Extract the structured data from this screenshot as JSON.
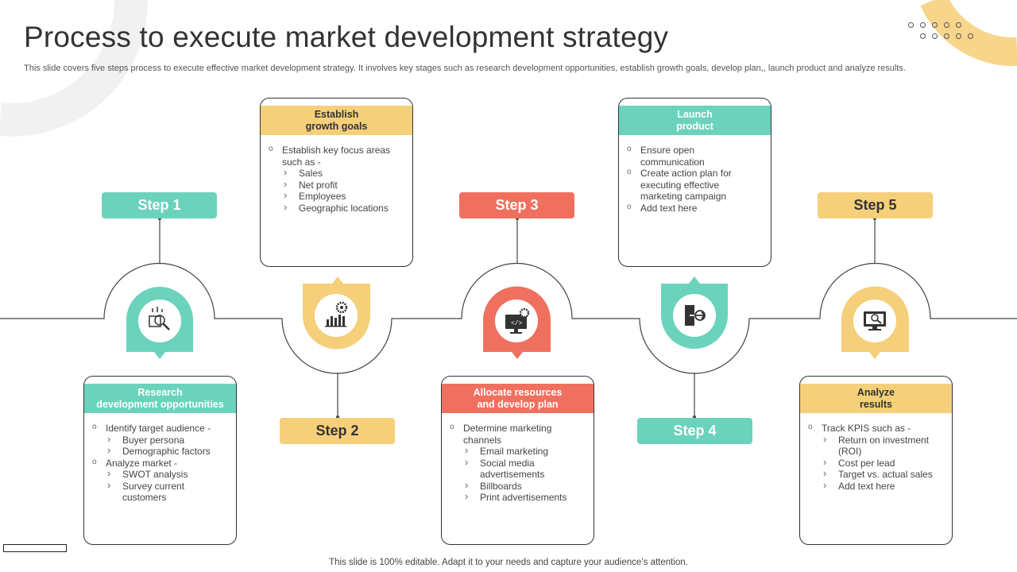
{
  "header": {
    "title": "Process to execute market development strategy",
    "subtitle": "This slide covers five steps process to execute  effective market development strategy. It involves key stages such as research development opportunities, establish growth goals, develop plan,, launch product and analyze results."
  },
  "footer": "This slide is 100% editable. Adapt it to your needs and capture your audience’s attention.",
  "colors": {
    "teal": "#6bd3bc",
    "yellow": "#f5cf7a",
    "coral": "#f0705f",
    "line": "#444444"
  },
  "steps": [
    {
      "label": "Step 1",
      "icon": "research-magnifier-icon",
      "card": {
        "title": "Research\ndevelopment opportunities",
        "items": [
          {
            "text": "Identify target audience -",
            "sub": [
              "Buyer persona",
              "Demographic factors"
            ]
          },
          {
            "text": "Analyze  market -",
            "sub": [
              "SWOT analysis",
              "Survey current customers"
            ]
          }
        ]
      }
    },
    {
      "label": "Step 2",
      "icon": "growth-chart-gear-icon",
      "card": {
        "title": "Establish\ngrowth goals",
        "items": [
          {
            "text": "Establish key focus areas such as -",
            "sub": [
              "Sales",
              "Net profit",
              "Employees",
              "Geographic locations"
            ]
          }
        ]
      }
    },
    {
      "label": "Step 3",
      "icon": "monitor-code-gear-icon",
      "card": {
        "title": "Allocate resources\nand develop plan",
        "items": [
          {
            "text": "Determine marketing channels",
            "sub": [
              "Email marketing",
              "Social media advertisements",
              "Billboards",
              "Print advertisements"
            ]
          }
        ]
      }
    },
    {
      "label": "Step 4",
      "icon": "door-exit-icon",
      "card": {
        "title": "Launch\nproduct",
        "items": [
          {
            "text": "Ensure open communication",
            "sub": []
          },
          {
            "text": "Create action plan for executing effective marketing campaign",
            "sub": []
          },
          {
            "text": "Add text here",
            "sub": []
          }
        ]
      }
    },
    {
      "label": "Step 5",
      "icon": "monitor-search-icon",
      "card": {
        "title": "Analyze\nresults",
        "items": [
          {
            "text": "Track KPIS such as -",
            "sub": [
              "Return on investment (ROI)",
              "Cost per lead",
              "Target vs. actual sales",
              "Add text here"
            ]
          }
        ]
      }
    }
  ]
}
